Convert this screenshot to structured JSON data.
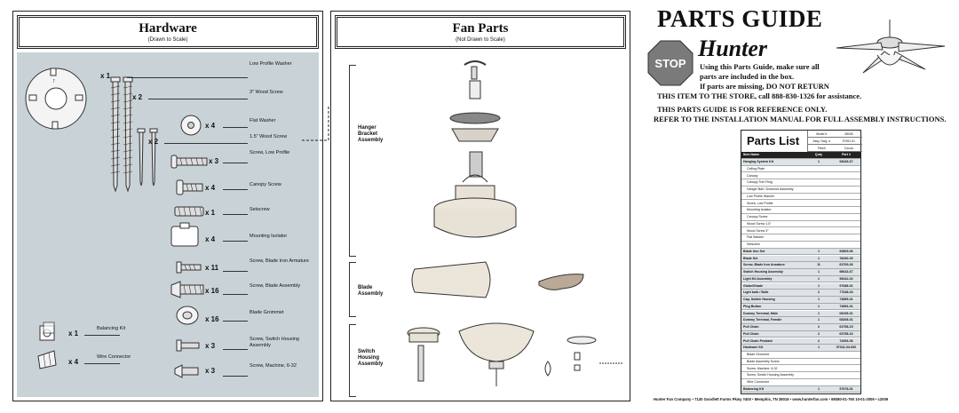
{
  "hardware": {
    "title": "Hardware",
    "subtitle": "(Drawn to Scale)",
    "items": [
      {
        "qty": "x 1",
        "label": "Low Profile Washer"
      },
      {
        "qty": "x 2",
        "label": "3\" Wood Screw"
      },
      {
        "qty": "x 4",
        "label": "Flat Washer"
      },
      {
        "qty": "x 2",
        "label": "1.5\" Wood Screw"
      },
      {
        "qty": "x 3",
        "label": "Screw, Low Profile"
      },
      {
        "qty": "x 4",
        "label": "Canopy Screw"
      },
      {
        "qty": "x 1",
        "label": "Setscrew"
      },
      {
        "qty": "x 4",
        "label": "Mounting Isolator"
      },
      {
        "qty": "x 11",
        "label": "Screw, Blade Iron Armature"
      },
      {
        "qty": "x 16",
        "label": "Screw, Blade Assembly"
      },
      {
        "qty": "x 16",
        "label": "Blade Grommet"
      },
      {
        "qty": "x 1",
        "label": "Balancing Kit"
      },
      {
        "qty": "x 3",
        "label": "Screw, Switch Housing Assembly"
      },
      {
        "qty": "x 4",
        "label": "Wire Connector"
      },
      {
        "qty": "x 3",
        "label": "Screw, Machine, 6-32"
      }
    ]
  },
  "fan_parts": {
    "title": "Fan Parts",
    "subtitle": "(Not Drawn to Scale)",
    "sections": [
      "Hanger Bracket Assembly",
      "Blade Assembly",
      "Switch Housing Assembly"
    ]
  },
  "guide": {
    "title": "PARTS GUIDE",
    "brand": "Hunter",
    "stop": "STOP",
    "note1": "Using this Parts Guide, make sure all",
    "note2": "parts are included in the box.",
    "note3": "If parts are missing, DO NOT RETURN",
    "note4": "THIS ITEM TO THE STORE, call 888-830-1326 for assistance.",
    "note5": "THIS PARTS GUIDE IS FOR REFERENCE ONLY.",
    "note6": "REFER TO THE INSTALLATION MANUAL FOR FULL ASSEMBLY INSTRUCTIONS."
  },
  "parts_list": {
    "title": "Parts List",
    "meta": [
      {
        "k": "Model #",
        "v": "28045"
      },
      {
        "k": "Assy. Dwg. #",
        "v": "97491-01"
      },
      {
        "k": "Finish",
        "v": "Cocoa"
      }
    ],
    "headers": [
      "Item Name",
      "Qnty",
      "Part #"
    ],
    "rows": [
      {
        "name": "Hanging System Kit",
        "qty": "1",
        "part": "94645-67",
        "type": "main"
      },
      {
        "name": "Ceiling Plate",
        "qty": "",
        "part": "",
        "type": "sub"
      },
      {
        "name": "Canopy",
        "qty": "",
        "part": "",
        "type": "sub"
      },
      {
        "name": "Canopy Trim Ring",
        "qty": "",
        "part": "",
        "type": "sub"
      },
      {
        "name": "Hanger Ball / Downrod Assembly",
        "qty": "",
        "part": "",
        "type": "sub"
      },
      {
        "name": "Low Profile Washer",
        "qty": "",
        "part": "",
        "type": "sub"
      },
      {
        "name": "Screw, Low Profile",
        "qty": "",
        "part": "",
        "type": "sub"
      },
      {
        "name": "Mounting Isolator",
        "qty": "",
        "part": "",
        "type": "sub"
      },
      {
        "name": "Canopy Screw",
        "qty": "",
        "part": "",
        "type": "sub"
      },
      {
        "name": "Wood Screw 1.5\"",
        "qty": "",
        "part": "",
        "type": "sub"
      },
      {
        "name": "Wood Screw 3\"",
        "qty": "",
        "part": "",
        "type": "sub"
      },
      {
        "name": "Flat Washer",
        "qty": "",
        "part": "",
        "type": "sub"
      },
      {
        "name": "Setscrew",
        "qty": "",
        "part": "",
        "type": "sub"
      },
      {
        "name": "Blade Iron Set",
        "qty": "1",
        "part": "93809-06",
        "type": "main"
      },
      {
        "name": "Blade Set",
        "qty": "1",
        "part": "78230-03",
        "type": "main"
      },
      {
        "name": "Screw, Blade Iron Armature",
        "qty": "11",
        "part": "63709-06",
        "type": "main"
      },
      {
        "name": "Switch Housing Assembly",
        "qty": "1",
        "part": "98643-67",
        "type": "main"
      },
      {
        "name": "Light Kit Assembly",
        "qty": "1",
        "part": "96642-02",
        "type": "main"
      },
      {
        "name": "Globe/Shade",
        "qty": "1",
        "part": "97688-01",
        "type": "main"
      },
      {
        "name": "Light bulb / Bulb",
        "qty": "2",
        "part": "77648-04",
        "type": "main"
      },
      {
        "name": "Cap, Switch Housing",
        "qty": "1",
        "part": "73855-01",
        "type": "main"
      },
      {
        "name": "Plug Button",
        "qty": "1",
        "part": "73854-01",
        "type": "main"
      },
      {
        "name": "Dummy Terminal, Male",
        "qty": "1",
        "part": "08195-01",
        "type": "main"
      },
      {
        "name": "Dummy Terminal, Female",
        "qty": "1",
        "part": "08208-01",
        "type": "main"
      },
      {
        "name": "Pull Chain",
        "qty": "2",
        "part": "63758-15",
        "type": "main"
      },
      {
        "name": "Pull Chain",
        "qty": "2",
        "part": "63758-16",
        "type": "main"
      },
      {
        "name": "Pull Chain Pendant",
        "qty": "2",
        "part": "74393-06",
        "type": "main"
      },
      {
        "name": "Hardware Kit",
        "qty": "1",
        "part": "97041-03-000",
        "type": "main"
      },
      {
        "name": "Blade Grommet",
        "qty": "",
        "part": "",
        "type": "sub"
      },
      {
        "name": "Blade Assembly Screw",
        "qty": "",
        "part": "",
        "type": "sub"
      },
      {
        "name": "Screw, Machine, 6-32",
        "qty": "",
        "part": "",
        "type": "sub"
      },
      {
        "name": "Screw, Switch Housing Assembly",
        "qty": "",
        "part": "",
        "type": "sub"
      },
      {
        "name": "Wire Connector",
        "qty": "",
        "part": "",
        "type": "sub"
      },
      {
        "name": "Balancing Kit",
        "qty": "1",
        "part": "57678-01",
        "type": "main"
      }
    ]
  },
  "footer": "Hunter Fan Company  •  7130 Goodlett Farms Pkwy #400  •  Memphis, TN 38016  •  www.hunterfan.com  •  98080-01-760  10-01-2009  •  c2009"
}
